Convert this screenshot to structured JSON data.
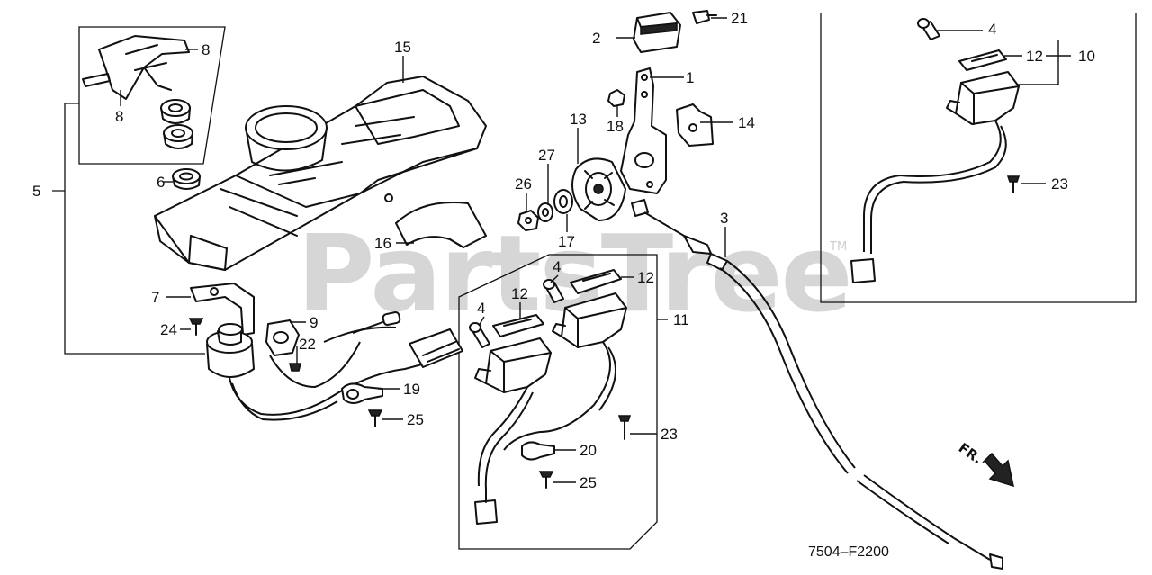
{
  "diagram": {
    "figure_code": "7504–F2200",
    "watermark": "PartsTree",
    "trademark": "TM",
    "direction_label": "FR.",
    "callouts": {
      "p1": "1",
      "p2": "2",
      "p3": "3",
      "p4a": "4",
      "p4b": "4",
      "p4c": "4",
      "p5": "5",
      "p6": "6",
      "p7": "7",
      "p8a": "8",
      "p8b": "8",
      "p9": "9",
      "p10": "10",
      "p11": "11",
      "p12a": "12",
      "p12b": "12",
      "p12c": "12",
      "p13": "13",
      "p14": "14",
      "p15": "15",
      "p16": "16",
      "p17": "17",
      "p18": "18",
      "p19": "19",
      "p20": "20",
      "p21": "21",
      "p22": "22",
      "p23a": "23",
      "p23b": "23",
      "p24": "24",
      "p25a": "25",
      "p25b": "25",
      "p26": "26",
      "p27": "27"
    }
  }
}
